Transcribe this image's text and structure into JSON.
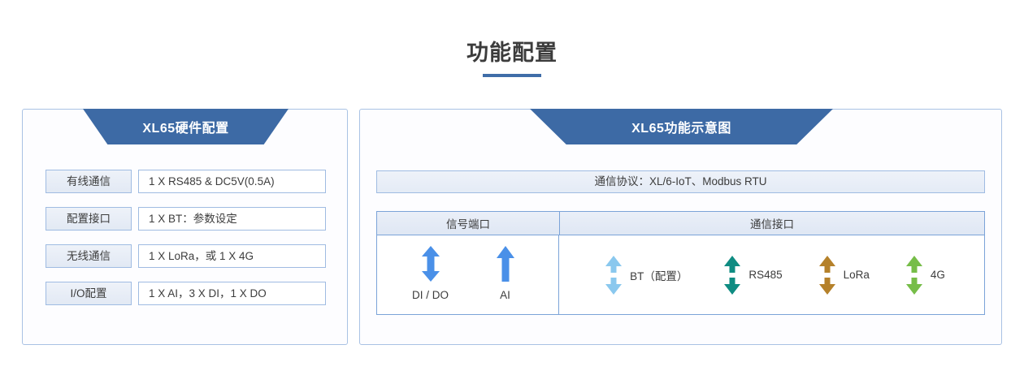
{
  "page": {
    "title": "功能配置",
    "accent_color": "#3f6da8",
    "panel_border_color": "#a9c2e4"
  },
  "left_panel": {
    "banner_title": "XL65硬件配置",
    "rows": [
      {
        "label": "有线通信",
        "value": "1 X RS485 & DC5V(0.5A)"
      },
      {
        "label": "配置接口",
        "value": "1 X BT：参数设定"
      },
      {
        "label": "无线通信",
        "value": "1 X LoRa，或 1 X 4G"
      },
      {
        "label": "I/O配置",
        "value": "1 X AI，3 X DI，1 X DO"
      }
    ]
  },
  "right_panel": {
    "banner_title": "XL65功能示意图",
    "protocol": "通信协议：XL/6-IoT、Modbus RTU",
    "table": {
      "headers": [
        "信号端口",
        "通信接口"
      ],
      "signal_ports": [
        {
          "label": "DI / DO",
          "arrow": "double-arrow-up-down-icon",
          "color": "#4a90e8",
          "style": "joined"
        },
        {
          "label": "AI",
          "arrow": "arrow-up-icon",
          "color": "#4a90e8",
          "style": "up-only"
        }
      ],
      "comm_ports": [
        {
          "label": "BT（配置）",
          "arrow": "double-arrow-up-down-icon",
          "color": "#8ac8ee",
          "style": "split"
        },
        {
          "label": "RS485",
          "arrow": "double-arrow-up-down-icon",
          "color": "#0f8c82",
          "style": "split"
        },
        {
          "label": "LoRa",
          "arrow": "double-arrow-up-down-icon",
          "color": "#b5812a",
          "style": "split"
        },
        {
          "label": "4G",
          "arrow": "double-arrow-up-down-icon",
          "color": "#76bd48",
          "style": "split"
        }
      ]
    }
  }
}
